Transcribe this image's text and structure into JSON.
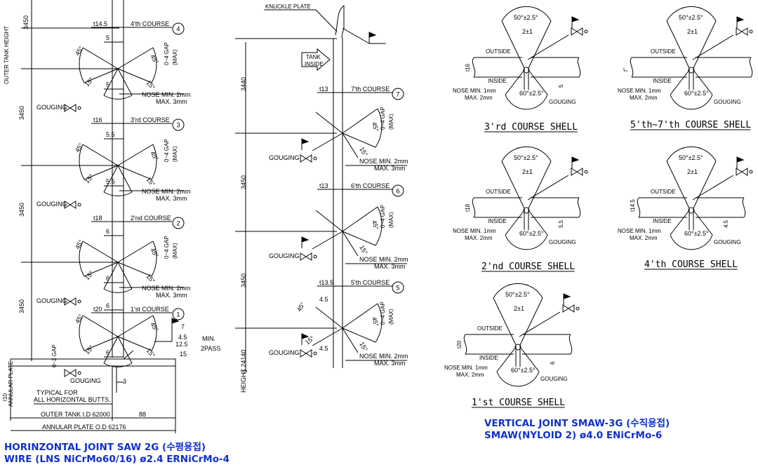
{
  "horizontal_joint": {
    "outer_tank_height_label": "OUTER TANK HEIGHT",
    "top_dim": "3450",
    "courses": [
      {
        "thk": "t14.5",
        "name": "4'th COURSE",
        "num": "4",
        "dim": "3450"
      },
      {
        "thk": "t16",
        "name": "3'rd COURSE",
        "num": "3",
        "dim": "3450"
      },
      {
        "thk": "t18",
        "name": "2'nd COURSE",
        "num": "2",
        "dim": "3450"
      },
      {
        "thk": "t20",
        "name": "1'st COURSE",
        "num": "1",
        "dim": ""
      }
    ],
    "root_face": [
      "5",
      "5.5",
      "6",
      "6"
    ],
    "lower_face": [
      "5",
      "5.5",
      "6",
      "6"
    ],
    "angle_45": "45°",
    "angle_15": "15°",
    "gap": "0~4 GAP",
    "gap_max": "(MAX)",
    "nose_min": "NOSE MIN. 2mm",
    "nose_max": "MAX. 3mm",
    "gouging": "GOUGING",
    "bottom_gap": "0~2 GAP",
    "fillet": [
      "7",
      "4.5",
      "12.5",
      "15"
    ],
    "fillet_note": [
      "MIN.",
      "2PASS"
    ],
    "annular_plate": "ANNULAR PLATE",
    "annular_thk": "t10",
    "gap3": "3",
    "typical_note": [
      "TYPICAL FOR",
      "ALL HORIZONTAL BUTTS."
    ],
    "outer_tank_id": "OUTER TANK I.D 62000",
    "dim_88": "88",
    "annular_od": "ANNULAR PLATE O.D 62176"
  },
  "vertical_joint": {
    "knuckle": "KNUCKLE PLATE",
    "tank_inside": [
      "TANK",
      "INSIDE"
    ],
    "height_label": "HEIGHT 24140",
    "zero": "0",
    "dims": [
      "3440",
      "3450",
      "3450"
    ],
    "courses": [
      {
        "thk": "t13",
        "name": "7'th COURSE",
        "num": "7"
      },
      {
        "thk": "t13",
        "name": "6'th COURSE",
        "num": "6"
      },
      {
        "thk": "t13.5",
        "name": "5'th COURSE",
        "num": "5"
      }
    ],
    "dim_45": "4.5",
    "angle_45": "45°",
    "angle_15": "15°",
    "gap": "0~4 GAP",
    "gap_max": "(MAX)",
    "nose_min": "NOSE MIN. 2mm",
    "nose_max": "MAX. 3mm",
    "gouging": "GOUGING"
  },
  "shell_details": [
    {
      "title": "3'rd COURSE SHELL",
      "thk": "t16",
      "root": "5"
    },
    {
      "title": "5'th~7'th COURSE SHELL",
      "thk": "t\"",
      "root": ""
    },
    {
      "title": "2'nd COURSE SHELL",
      "thk": "t18",
      "root": "5.5"
    },
    {
      "title": "4'th COURSE SHELL",
      "thk": "t14.5",
      "root": "4.5"
    },
    {
      "title": "1'st COURSE SHELL",
      "thk": "t20",
      "root": "6"
    }
  ],
  "shell_common": {
    "top_angle": "50°±2.5°",
    "gap": "2±1",
    "outside": "OUTSIDE",
    "inside": "INSIDE",
    "bottom_angle": "60°±2.5°",
    "nose_min": "NOSE MIN. 1mm",
    "nose_max": "MAX. 2mm",
    "gouging": "GOUGING"
  },
  "captions": {
    "horizontal": [
      "HORINZONTAL JOINT SAW 2G (수평용접)",
      "WIRE (LNS NiCrMo60/16) ø2.4 ERNiCrMo-4"
    ],
    "vertical": [
      "VERTICAL JOINT SMAW-3G (수직용접)",
      "SMAW(NYLOID 2) ø4.0 ENiCrMo-6"
    ]
  }
}
